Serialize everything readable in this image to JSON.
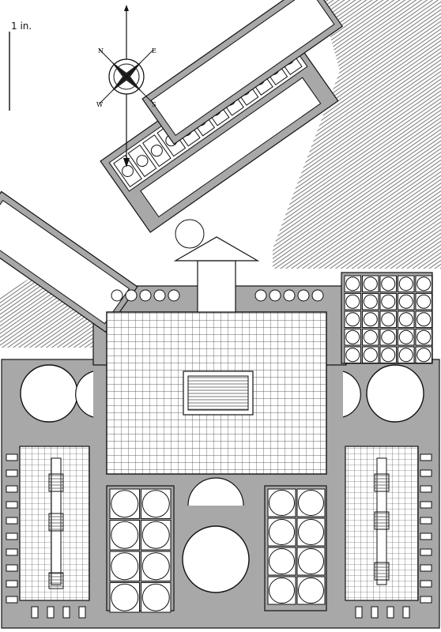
{
  "scale": {
    "label": "1 in."
  },
  "compass": {
    "north_letter": "N",
    "east_letter": "E",
    "south_letter": "S",
    "west_letter": "W"
  },
  "colors": {
    "ink": "#111111",
    "paper": "#ffffff",
    "wall": "#9a9a9a"
  },
  "icons": {
    "compass": "compass-rose-icon",
    "arrow": "north-arrow-icon"
  }
}
